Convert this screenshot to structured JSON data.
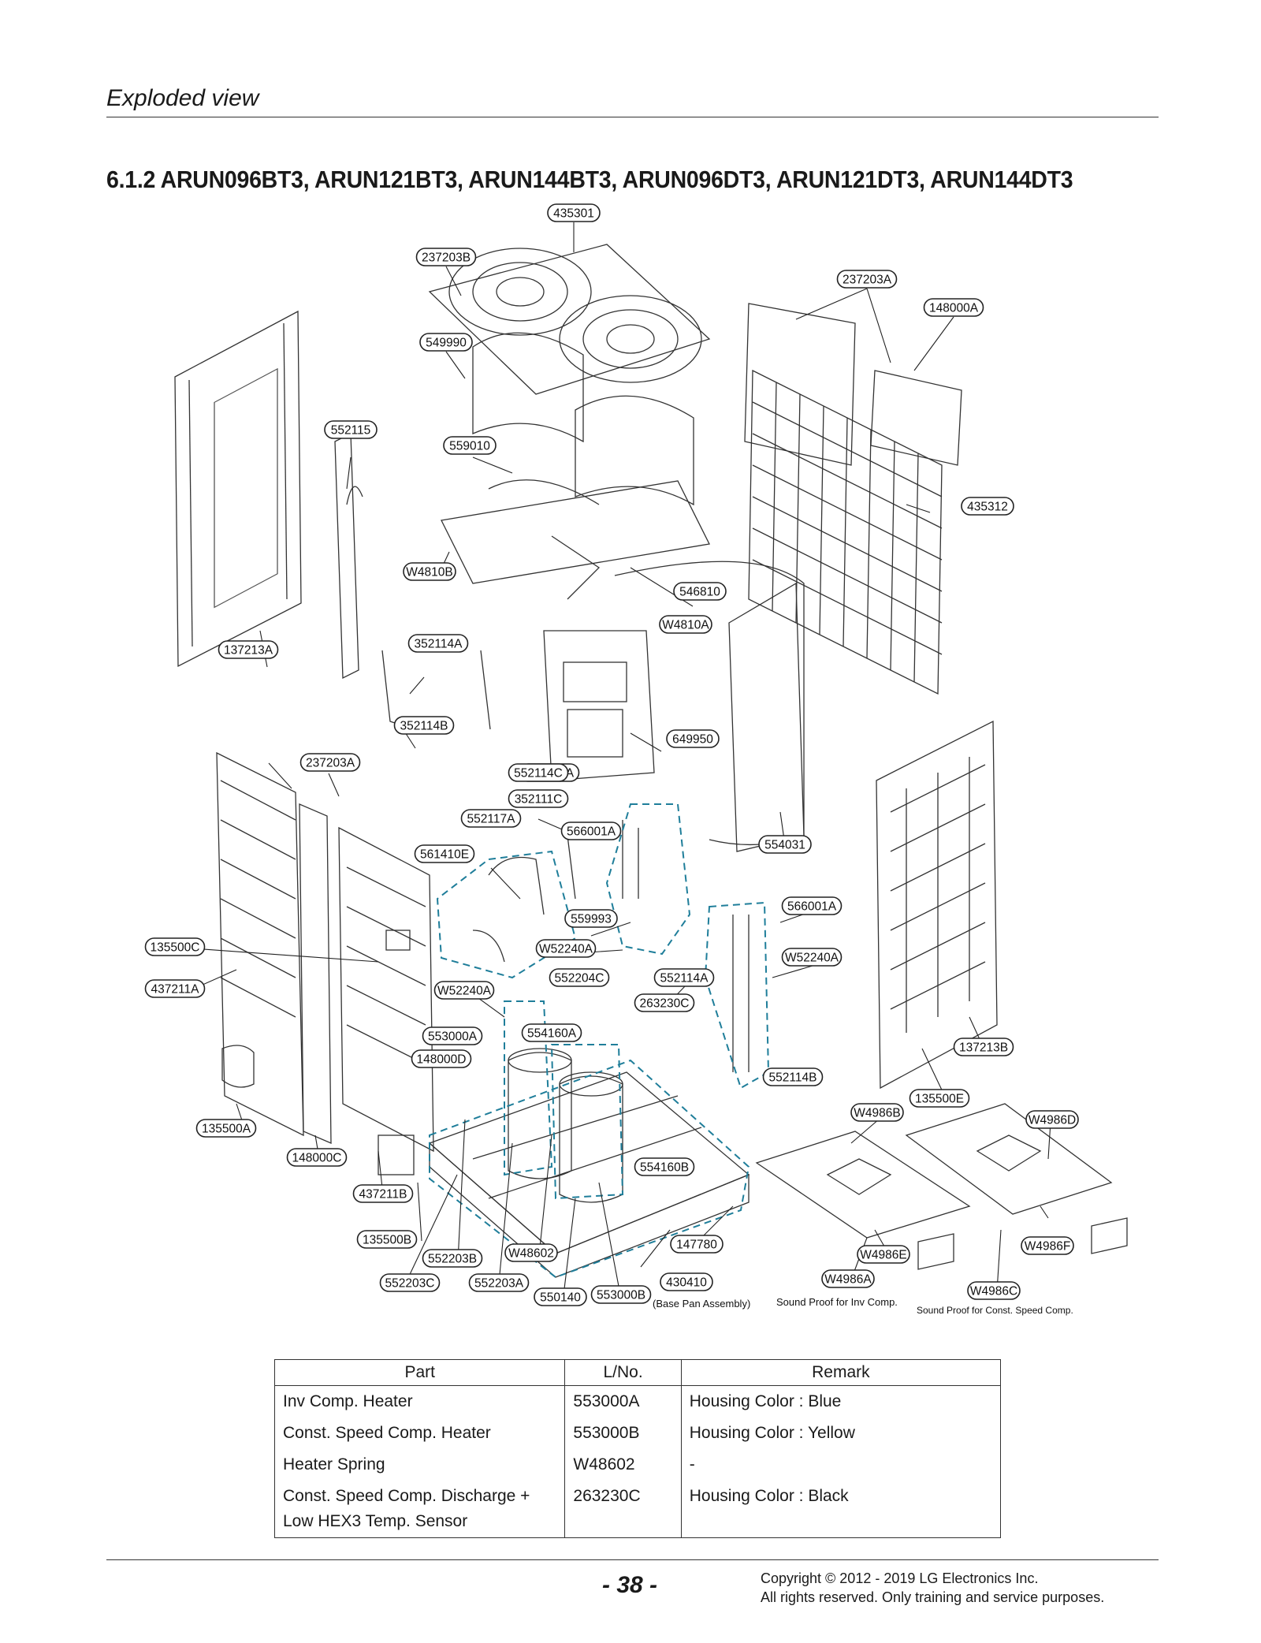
{
  "header": {
    "section": "Exploded view"
  },
  "title": "6.1.2  ARUN096BT3, ARUN121BT3, ARUN144BT3, ARUN096DT3, ARUN121DT3, ARUN144DT3",
  "callouts": [
    "435301",
    "237203B",
    "237203A",
    "148000A",
    "549990",
    "552115",
    "559010",
    "435312",
    "W4810B",
    "546810",
    "W4810A",
    "137213A",
    "352114A",
    "352114B",
    "649950",
    "148000A",
    "237203A",
    "552114C",
    "352111C",
    "552117A",
    "566001A",
    "554031",
    "561410E",
    "566001A",
    "559993",
    "135500C",
    "W52240A",
    "W52240A",
    "552204C",
    "552114A",
    "437211A",
    "W52240A",
    "263230C",
    "553000A",
    "554160A",
    "137213B",
    "148000D",
    "552114B",
    "135500E",
    "W4986B",
    "W4986D",
    "135500A",
    "554160B",
    "148000C",
    "437211B",
    "147780",
    "W4986E",
    "W4986F",
    "135500B",
    "552203B",
    "W48602",
    "430410",
    "W4986A",
    "W4986C",
    "552203C",
    "552203A",
    "550140",
    "553000B"
  ],
  "captions": {
    "base_pan": "(Base Pan Assembly)",
    "inv_comp": "Sound Proof for Inv Comp.",
    "const_comp": "Sound Proof for Const. Speed Comp."
  },
  "table": {
    "headers": [
      "Part",
      "L/No.",
      "Remark"
    ],
    "rows": [
      {
        "part": "Inv Comp. Heater",
        "lno": "553000A",
        "remark": "Housing Color  : Blue"
      },
      {
        "part": "Const. Speed Comp. Heater",
        "lno": "553000B",
        "remark": "Housing Color  : Yellow"
      },
      {
        "part": "Heater Spring",
        "lno": "W48602",
        "remark": "-"
      },
      {
        "part": "Const. Speed Comp. Discharge +",
        "lno": "263230C",
        "remark": "Housing Color  : Black"
      },
      {
        "part": "Low HEX3 Temp. Sensor",
        "lno": "",
        "remark": ""
      }
    ]
  },
  "footer": {
    "page": "- 38 -",
    "copyright_line1": "Copyright © 2012 - 2019 LG Electronics Inc.",
    "copyright_line2": "All rights reserved. Only training and service purposes."
  },
  "colors": {
    "highlight_dash": "#1f7e9a",
    "line": "#222222"
  }
}
